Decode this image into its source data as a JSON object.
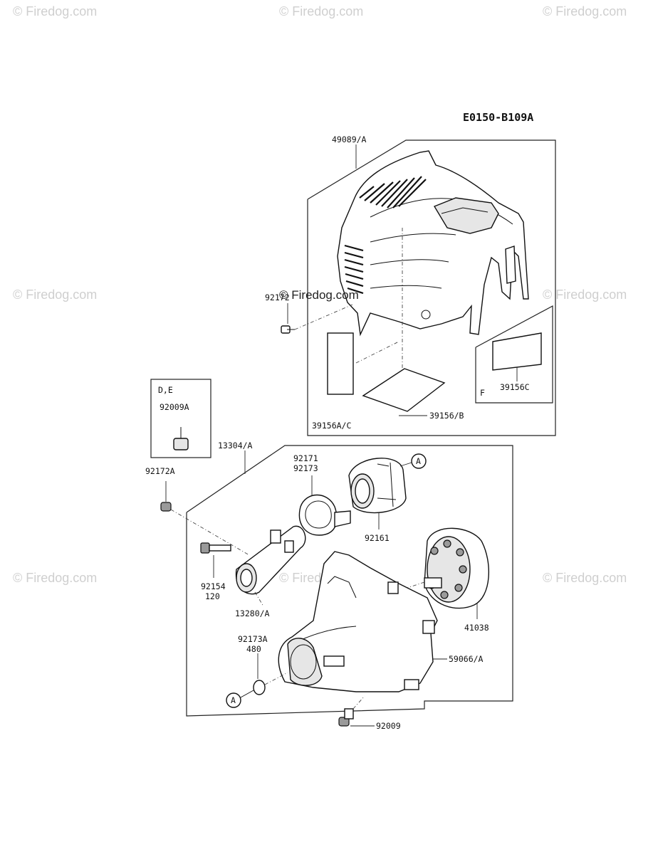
{
  "watermark": {
    "text": "© Firedog.com"
  },
  "diagram_code": "E0150-B109A",
  "inset_box": {
    "models": "D,E",
    "part": "92009A"
  },
  "parts": {
    "cover": "49089/A",
    "screw_top": "92172",
    "label_left": "39156A/C",
    "label_bottom": "39156/B",
    "label_right": "39156C",
    "label_right_model": "F",
    "housing": "13304/A",
    "screw_small": "92172A",
    "ring_top": "92171",
    "ring_bottom": "92173",
    "cup": "92161",
    "callout_a": "A",
    "bolt_top": "92154",
    "bolt_bottom": "120",
    "pipe": "13280/A",
    "flywheel": "41038",
    "clip_top": "92173A",
    "clip_bottom": "480",
    "case": "59066/A",
    "bolt_case": "92009"
  }
}
